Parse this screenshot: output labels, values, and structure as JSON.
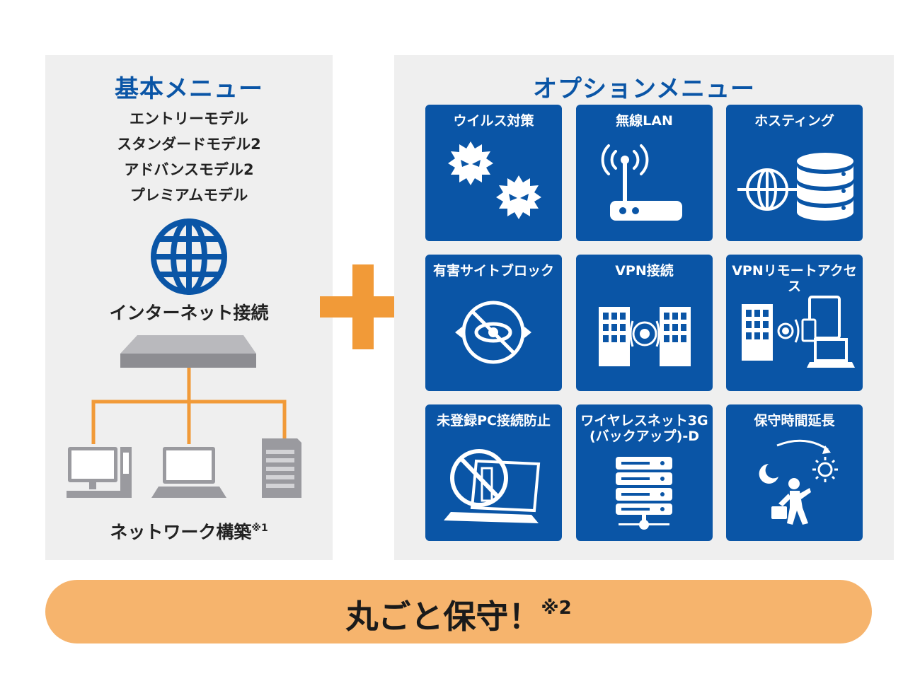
{
  "basic": {
    "title": "基本メニュー",
    "models": [
      "エントリーモデル",
      "スタンダードモデル2",
      "アドバンスモデル2",
      "プレミアムモデル"
    ],
    "internet_caption": "インターネット接続",
    "network_caption": "ネットワーク構築",
    "network_note": "※1"
  },
  "option": {
    "title": "オプションメニュー",
    "tiles": [
      {
        "label": "ウイルス対策",
        "icon": "virus-icon"
      },
      {
        "label": "無線LAN",
        "icon": "wireless-router-icon"
      },
      {
        "label": "ホスティング",
        "icon": "hosting-server-icon"
      },
      {
        "label": "有害サイトブロック",
        "icon": "blocked-site-icon"
      },
      {
        "label": "VPN接続",
        "icon": "vpn-buildings-icon"
      },
      {
        "label": "VPNリモートアクセス",
        "icon": "remote-access-icon"
      },
      {
        "label": "未登録PC接続防止",
        "icon": "blocked-laptop-icon"
      },
      {
        "label": "ワイヤレスネット3G\n(バックアップ)-D",
        "icon": "server-rack-icon"
      },
      {
        "label": "保守時間延長",
        "icon": "day-night-worker-icon"
      }
    ]
  },
  "bottom": {
    "text": "丸ごと保守！",
    "note": "※2"
  },
  "colors": {
    "brand_blue": "#0a55a6",
    "panel_gray": "#efefef",
    "accent_orange": "#f19a38",
    "bar_orange": "#f6b46d"
  }
}
